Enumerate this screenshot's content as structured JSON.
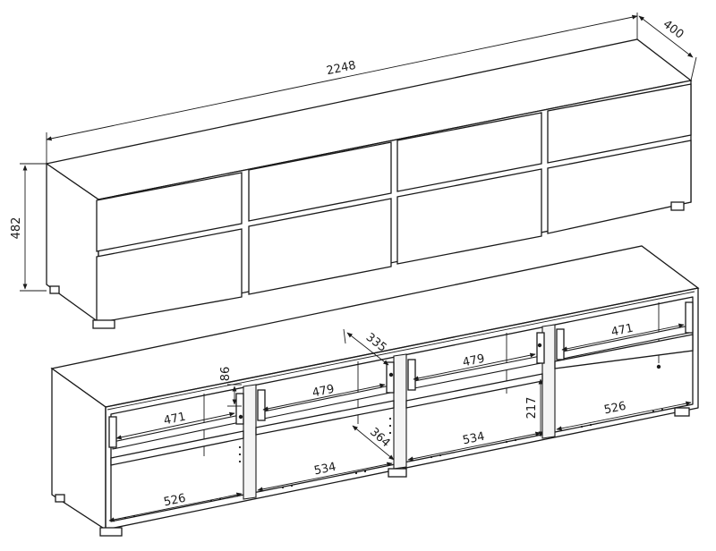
{
  "dimensions": {
    "overall_width": "2248",
    "depth": "400",
    "height": "482",
    "drawer_height": "86",
    "drawer_depth_top": "335",
    "drawer_depth_bottom": "364",
    "rail_left": "471",
    "rail_center_left": "479",
    "rail_center_right": "479",
    "rail_right": "471",
    "floor_left": "526",
    "floor_center_left": "534",
    "floor_center_right": "534",
    "floor_right": "526",
    "compartment_height": "217"
  },
  "colors": {
    "line": "#1a1a1a",
    "background": "#ffffff"
  }
}
